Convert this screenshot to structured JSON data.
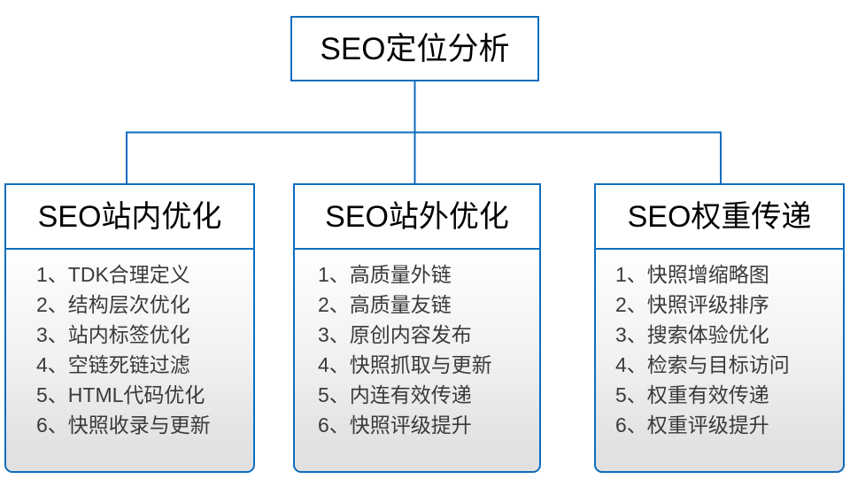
{
  "diagram": {
    "type": "org-chart",
    "accent_color": "#0d6dbd",
    "text_color": "#000000",
    "item_text_color": "#3a3a3a",
    "background_color": "#ffffff",
    "root": {
      "title": "SEO定位分析"
    },
    "branches": [
      {
        "title": "SEO站内优化",
        "items": [
          "1、TDK合理定义",
          "2、结构层次优化",
          "3、站内标签优化",
          "4、空链死链过滤",
          "5、HTML代码优化",
          "6、快照收录与更新"
        ]
      },
      {
        "title": "SEO站外优化",
        "items": [
          "1、高质量外链",
          "2、高质量友链",
          "3、原创内容发布",
          "4、快照抓取与更新",
          "5、内连有效传递",
          "6、快照评级提升"
        ]
      },
      {
        "title": "SEO权重传递",
        "items": [
          "1、快照增缩略图",
          "2、快照评级排序",
          "3、搜索体验优化",
          "4、检索与目标访问",
          "5、权重有效传递",
          "6、权重评级提升"
        ]
      }
    ]
  }
}
